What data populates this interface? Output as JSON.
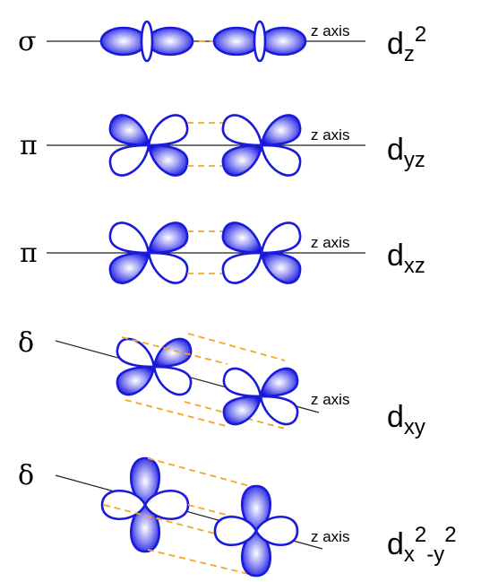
{
  "rows": [
    {
      "bond": "σ",
      "axis_label": "z axis",
      "orbital": {
        "main": "d",
        "sub": "z",
        "sup": "2"
      }
    },
    {
      "bond": "π",
      "axis_label": "z axis",
      "orbital": {
        "main": "d",
        "sub": "yz"
      }
    },
    {
      "bond": "π",
      "axis_label": "z axis",
      "orbital": {
        "main": "d",
        "sub": "xz"
      }
    },
    {
      "bond": "δ",
      "axis_label": "z axis",
      "orbital": {
        "main": "d",
        "sub": "xy"
      }
    },
    {
      "bond": "δ",
      "axis_label": "z axis",
      "orbital": {
        "main": "d",
        "sub": "x",
        "sup": "2",
        "sub2": "-y",
        "sup2": "2"
      }
    }
  ],
  "colors": {
    "lobe_outline": "#1a1adb",
    "lobe_fill_dark": "#1010e0",
    "lobe_fill_light": "#ffffff",
    "overlap_dash": "#f5a623",
    "axis": "#222222"
  }
}
